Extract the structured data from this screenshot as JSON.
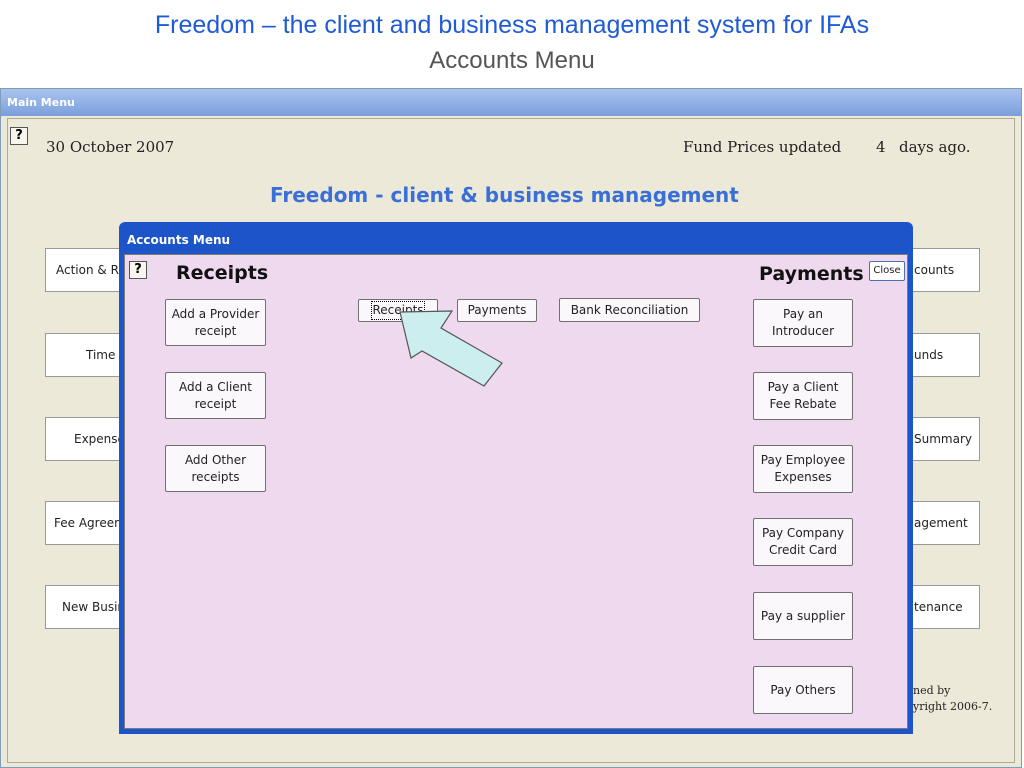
{
  "slide": {
    "title": "Freedom – the client and business management system for IFAs",
    "subtitle": "Accounts Menu"
  },
  "main_window": {
    "title": "Main Menu",
    "help_glyph": "?",
    "date": "30 October 2007",
    "fund_prices_text": "Fund Prices updated",
    "fund_prices_days": "4",
    "fund_prices_suffix": "days ago.",
    "heading": "Freedom - client & business management",
    "left_buttons": [
      "Action & Re",
      "Time",
      "Expense",
      "Fee Agreer",
      "New Busir"
    ],
    "right_buttons": [
      "counts",
      "unds",
      "Summary",
      "agement",
      "tenance"
    ],
    "footer_line1": "ned by",
    "footer_line2": "yright 2006-7."
  },
  "accounts_dialog": {
    "title": "Accounts Menu",
    "help_glyph": "?",
    "receipts_heading": "Receipts",
    "payments_heading": "Payments",
    "close_label": "Close",
    "tabs": {
      "receipts": "Receipts",
      "payments": "Payments",
      "bank_reconciliation": "Bank Reconciliation"
    },
    "receipt_buttons": [
      {
        "line1": "Add a Provider",
        "line2": "receipt"
      },
      {
        "line1": "Add a Client",
        "line2": "receipt"
      },
      {
        "line1": "Add Other",
        "line2": "receipts"
      }
    ],
    "payment_buttons": [
      {
        "line1": "Pay an",
        "line2": "Introducer"
      },
      {
        "line1": "Pay a Client",
        "line2": "Fee Rebate"
      },
      {
        "line1": "Pay Employee",
        "line2": "Expenses"
      },
      {
        "line1": "Pay Company",
        "line2": "Credit Card"
      },
      {
        "line1": "Pay a supplier",
        "line2": ""
      },
      {
        "line1": "Pay Others",
        "line2": ""
      }
    ]
  },
  "annotation": {
    "arrow_icon": "pointer-arrow-icon",
    "arrow_color": "#cdeeee"
  },
  "colors": {
    "title_blue": "#1f5bd6",
    "heading_blue": "#3a6fd8",
    "dialog_blue": "#1d54c8",
    "dialog_bg": "#efd9ef",
    "window_bg": "#ece9d8"
  }
}
